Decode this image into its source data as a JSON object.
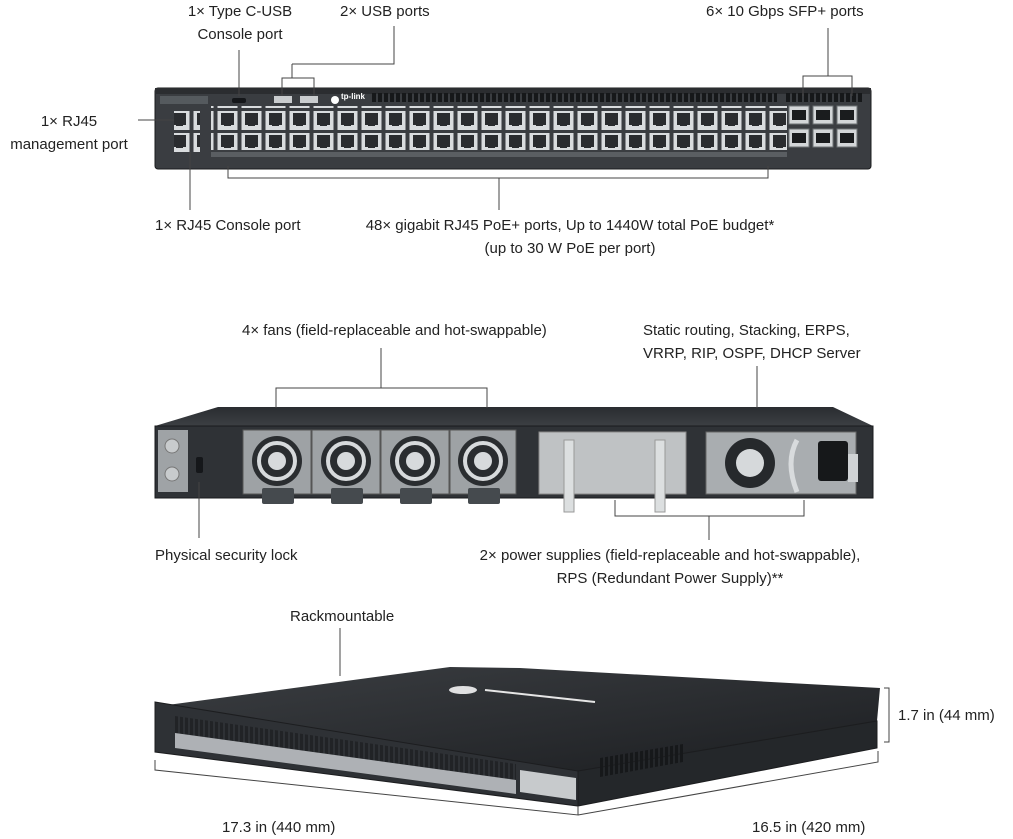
{
  "front_panel": {
    "type_c_console": [
      "1× Type C-USB",
      "Console port"
    ],
    "usb_ports": "2× USB ports",
    "sfp_ports": "6× 10 Gbps SFP+ ports",
    "management_port": [
      "1× RJ45",
      "management port"
    ],
    "rj45_console": "1× RJ45 Console port",
    "poe_ports": [
      "48× gigabit RJ45 PoE+ ports, Up to 1440W total PoE budget*",
      "(up to 30 W PoE per port)"
    ],
    "brand_logo": "tp-link"
  },
  "rear_panel": {
    "fans": "4× fans (field-replaceable and hot-swappable)",
    "features": [
      "Static routing, Stacking, ERPS,",
      "VRRP, RIP, OSPF, DHCP Server"
    ],
    "security_lock": "Physical security lock",
    "power_supplies": [
      "2× power supplies (field-replaceable and hot-swappable),",
      "RPS (Redundant Power Supply)**"
    ]
  },
  "dimensions": {
    "rackmountable": "Rackmountable",
    "height": "1.7 in (44 mm)",
    "width": "17.3 in (440 mm)",
    "depth": "16.5 in (420 mm)"
  },
  "colors": {
    "chassis": "#3a3d40",
    "chassis_dark": "#232528",
    "port": "#cfd2d4",
    "label_line": "#444444"
  }
}
